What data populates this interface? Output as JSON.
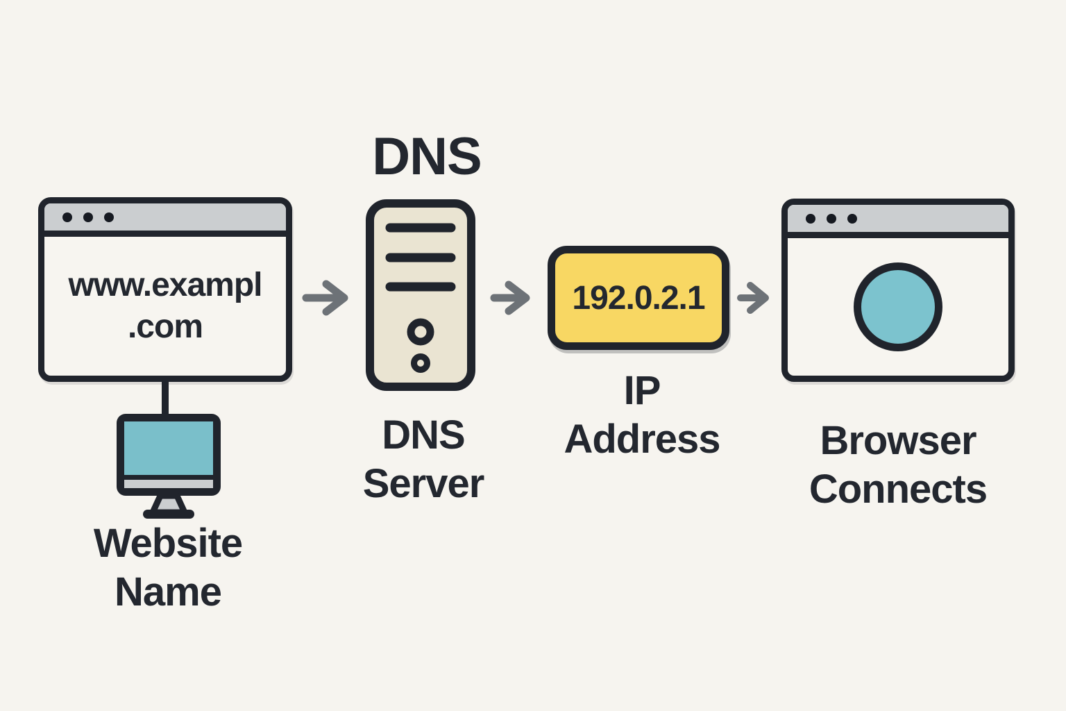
{
  "diagram": {
    "type": "flow-diagram",
    "topic": "DNS resolution",
    "colors": {
      "background": "#f6f4ef",
      "outline": "#20242c",
      "titlebar_gray": "#cbced0",
      "server_fill": "#eae4d2",
      "ip_box_fill": "#f8d763",
      "monitor_screen_teal": "#7abfca",
      "globe_teal": "#7cc3ce",
      "arrow_gray": "#6d7277",
      "text": "#23272f"
    },
    "website": {
      "url": "www.exampl\n.com",
      "label": "Website\nName"
    },
    "dns": {
      "heading": "DNS",
      "label": "DNS\nServer"
    },
    "ip": {
      "value": "192.0.2.1",
      "label": "IP\nAddress"
    },
    "browser": {
      "label": "Browser\nConnects"
    }
  }
}
